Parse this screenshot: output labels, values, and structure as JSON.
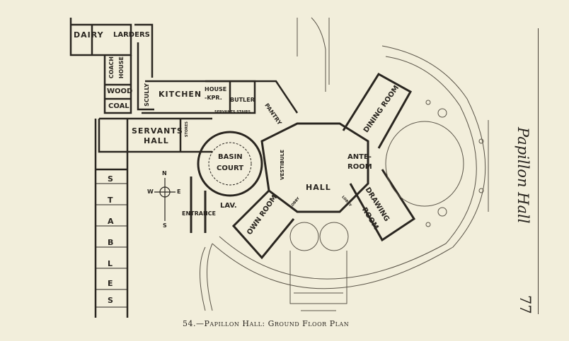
{
  "caption": "54.—Papillon Hall: Ground Floor Plan",
  "running_head": "Papillon Hall",
  "page_number": "77",
  "rooms": {
    "dairy": "DAIRY",
    "larders": "LARDERS",
    "coach_house_1": "COACH",
    "coach_house_2": "HOUSE",
    "wood": "WOOD",
    "coal": "COAL",
    "scully": "SCULLY",
    "kitchen": "KITCHEN",
    "house_kpr_1": "HOUSE",
    "house_kpr_2": "-KPR.",
    "butler": "BUTLER",
    "servants_stairs": "SERVANTS STAIRS",
    "pantry": "PANTRY",
    "servants_hall_1": "SERVANTS",
    "servants_hall_2": "HALL",
    "stores": "STORES",
    "basin_court_1": "BASIN",
    "basin_court_2": "COURT",
    "vestibule": "VESTIBULE",
    "hall": "HALL",
    "ante_room_1": "ANTE-",
    "ante_room_2": "ROOM",
    "dining_room": "DINING ROOM",
    "drawing_room_1": "DRAWING",
    "drawing_room_2": "ROOM",
    "own_room": "OWN ROOM",
    "lav": "LAV.",
    "entrance": "ENTRANCE",
    "lobby_left": "LOBBY",
    "lobby_right": "LOBBY",
    "stables": [
      "S",
      "T",
      "A",
      "B",
      "L",
      "E",
      "S"
    ]
  },
  "compass": {
    "n": "N",
    "s": "S",
    "e": "E",
    "w": "W"
  }
}
